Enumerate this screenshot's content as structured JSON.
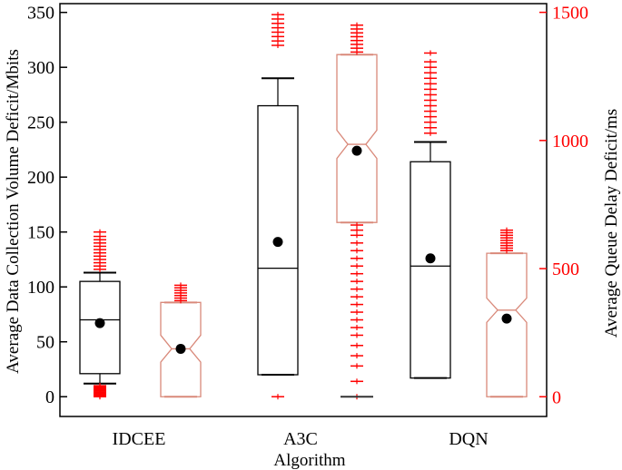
{
  "chart_data": {
    "type": "boxplot",
    "xlabel": "Algorithm",
    "ylabel_left": "Average Data Collection Volume Deficit/Mbits",
    "ylabel_right": "Average Queue Delay Deficit/ms",
    "categories": [
      "IDCEE",
      "A3C",
      "DQN"
    ],
    "ylim_left": [
      -18,
      358
    ],
    "ylim_right": [
      -77,
      1534
    ],
    "yticks_left": [
      0,
      50,
      100,
      150,
      200,
      250,
      300,
      350
    ],
    "yticks_right": [
      0,
      500,
      1000,
      1500
    ],
    "colors": {
      "left_series": "#000000",
      "right_series": "#d9897a",
      "right_axis": "#ff0000",
      "outlier": "#ff0000",
      "mean": "#000000"
    },
    "series": [
      {
        "axis": "left",
        "notched": false,
        "boxes": [
          {
            "category": "IDCEE",
            "whisker_low": 12,
            "q1": 21,
            "median": 70,
            "q3": 105,
            "whisker_high": 113,
            "mean": 67,
            "outliers_low": [
              0,
              1,
              2,
              3,
              4,
              5,
              6,
              7,
              8,
              9,
              10
            ],
            "outliers_high": [
              116,
              119,
              122,
              125,
              128,
              131,
              134,
              137,
              140,
              143,
              146,
              150
            ]
          },
          {
            "category": "A3C",
            "whisker_low": 20,
            "q1": 20,
            "median": 117,
            "q3": 265,
            "whisker_high": 290,
            "mean": 141,
            "outliers_low": [
              0
            ],
            "outliers_high": [
              320,
              324,
              328,
              332,
              336,
              340,
              344,
              348
            ]
          },
          {
            "category": "DQN",
            "whisker_low": 17,
            "q1": 17,
            "median": 119,
            "q3": 214,
            "whisker_high": 232,
            "mean": 126,
            "outliers_low": [],
            "outliers_high": [
              240,
              245,
              250,
              255,
              260,
              265,
              270,
              275,
              280,
              285,
              290,
              295,
              300,
              305,
              313
            ]
          }
        ]
      },
      {
        "axis": "right",
        "notched": true,
        "boxes": [
          {
            "category": "IDCEE",
            "whisker_low": 0,
            "q1": 0,
            "median": 187,
            "q3": 368,
            "whisker_high": 368,
            "mean": 187,
            "notch_low": 135,
            "notch_high": 240,
            "outliers_low": [],
            "outliers_high": [
              375,
              385,
              395,
              405,
              415,
              425,
              435
            ]
          },
          {
            "category": "A3C",
            "whisker_low": 680,
            "q1": 680,
            "median": 985,
            "q3": 1335,
            "whisker_high": 1335,
            "mean": 960,
            "notch_low": 930,
            "notch_high": 1040,
            "outliers_low": [
              0,
              60,
              120,
              160,
              200,
              240,
              270,
              300,
              330,
              360,
              390,
              420,
              450,
              480,
              510,
              540,
              570,
              600,
              630,
              650,
              670
            ],
            "outliers_high": [
              1345,
              1360,
              1375,
              1390,
              1405,
              1420,
              1435,
              1450
            ]
          },
          {
            "category": "DQN",
            "whisker_low": 0,
            "q1": 0,
            "median": 338,
            "q3": 560,
            "whisker_high": 560,
            "mean": 305,
            "notch_low": 290,
            "notch_high": 385,
            "outliers_low": [],
            "outliers_high": [
              570,
              580,
              590,
              600,
              610,
              620,
              630,
              640,
              650
            ]
          }
        ]
      }
    ]
  }
}
